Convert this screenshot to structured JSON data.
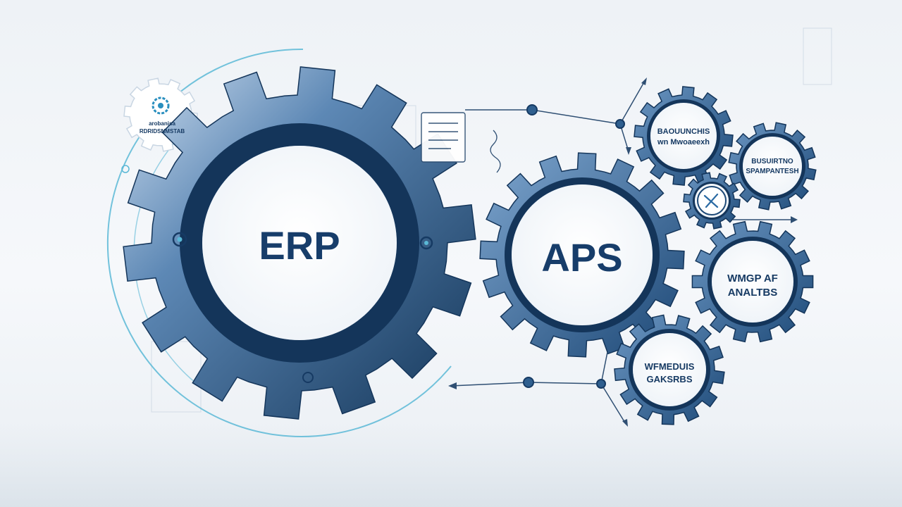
{
  "gears": {
    "erp": {
      "label": "ERP"
    },
    "aps": {
      "label": "APS"
    },
    "small_gear_1": {
      "line1": "BAOUUNCHIS",
      "line2": "wn Mwoaeexh"
    },
    "small_gear_2": {
      "line1": "BUSUIRTNO",
      "line2": "SPAMPANTESH"
    },
    "small_gear_3": {
      "line1": "WMGP AF",
      "line2": "ANALTBS"
    },
    "small_gear_4": {
      "line1": "WFMEDUIS",
      "line2": "GAKSRBS"
    },
    "logo_badge": {
      "line1": "arobanisa",
      "line2": "RDRIDSNMSTAB"
    }
  },
  "colors": {
    "navy": "#173d6a",
    "steel_blue": "#5d88b5",
    "light_blue": "#a9c4de",
    "connector": "#2f4f73",
    "accent_cyan": "#5ab8d6"
  }
}
